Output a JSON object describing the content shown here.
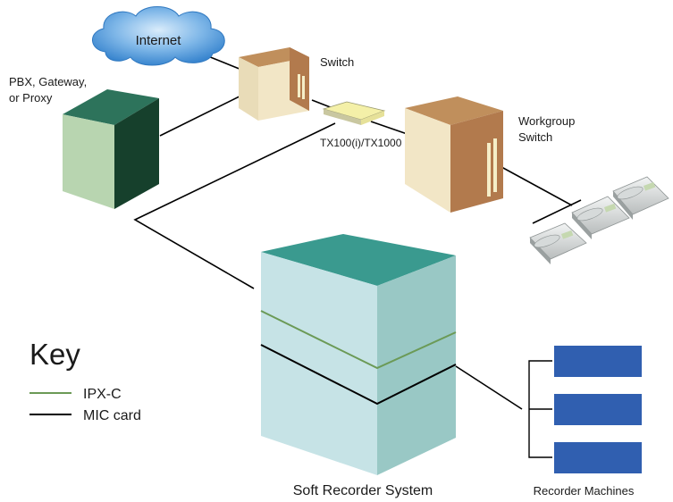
{
  "labels": {
    "internet": "Internet",
    "switch": "Switch",
    "pbx_line1": "PBX, Gateway,",
    "pbx_line2": "or Proxy",
    "tx": "TX100(i)/TX1000",
    "workgroup_line1": "Workgroup",
    "workgroup_line2": "Switch",
    "soft_recorder": "Soft Recorder System",
    "recorder_machines": "Recorder Machines"
  },
  "key": {
    "title": "Key",
    "items": [
      {
        "label": "IPX-C",
        "color": "#6b9a56"
      },
      {
        "label": "MIC card",
        "color": "#000000"
      }
    ]
  },
  "colors": {
    "cloud": "#3f8fd6",
    "teal_top": "#3a9a8f",
    "box_front": "#c6e3e6",
    "box_side": "#99c8c5",
    "switch_front": "#f2e6c6",
    "switch_top": "#c08f5c",
    "switch_side": "#b27a4d",
    "pbx_top": "#2d735b",
    "pbx_front": "#b8d5b0",
    "pbx_side": "#16402c",
    "recorder_machine": "#305fb0"
  }
}
